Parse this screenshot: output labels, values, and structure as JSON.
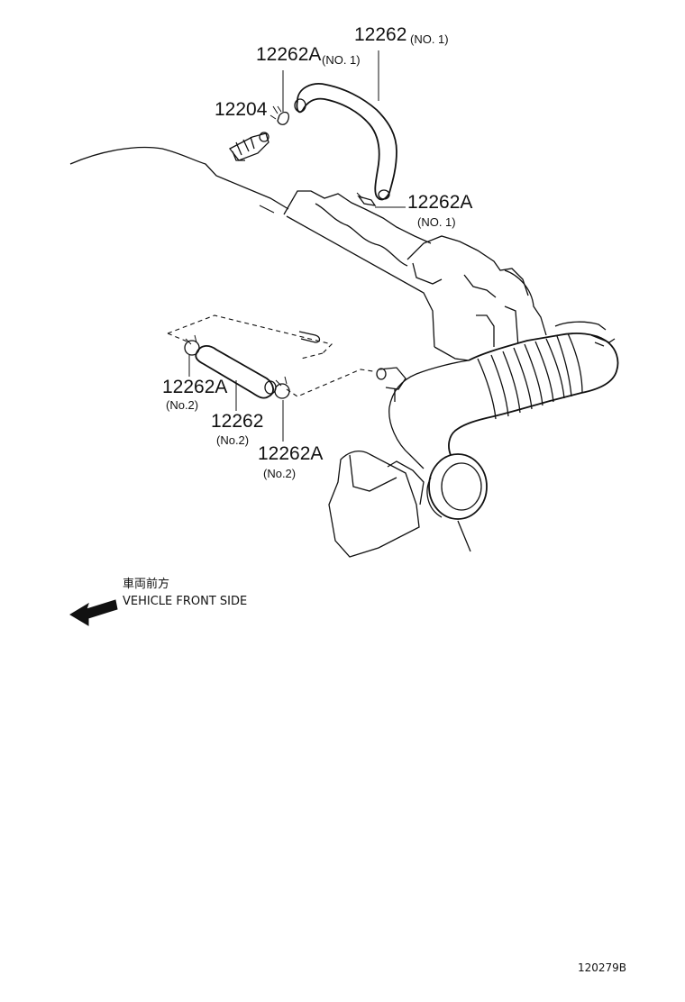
{
  "labels": {
    "hose_no1_part": "12262",
    "hose_no1_spec": "(NO. 1)",
    "clamp_no1_top_part": "12262A",
    "clamp_no1_top_spec": "(NO. 1)",
    "pcv_valve_part": "12204",
    "clamp_no1_right_part": "12262A",
    "clamp_no1_right_spec": "(NO. 1)",
    "clamp_no2_left_part": "12262A",
    "clamp_no2_left_spec": "(No.2)",
    "hose_no2_part": "12262",
    "hose_no2_spec": "(No.2)",
    "clamp_no2_right_part": "12262A",
    "clamp_no2_right_spec": "(No.2)"
  },
  "direction": {
    "japanese": "車両前方",
    "english": "VEHICLE FRONT SIDE"
  },
  "drawing_number": "120279B"
}
